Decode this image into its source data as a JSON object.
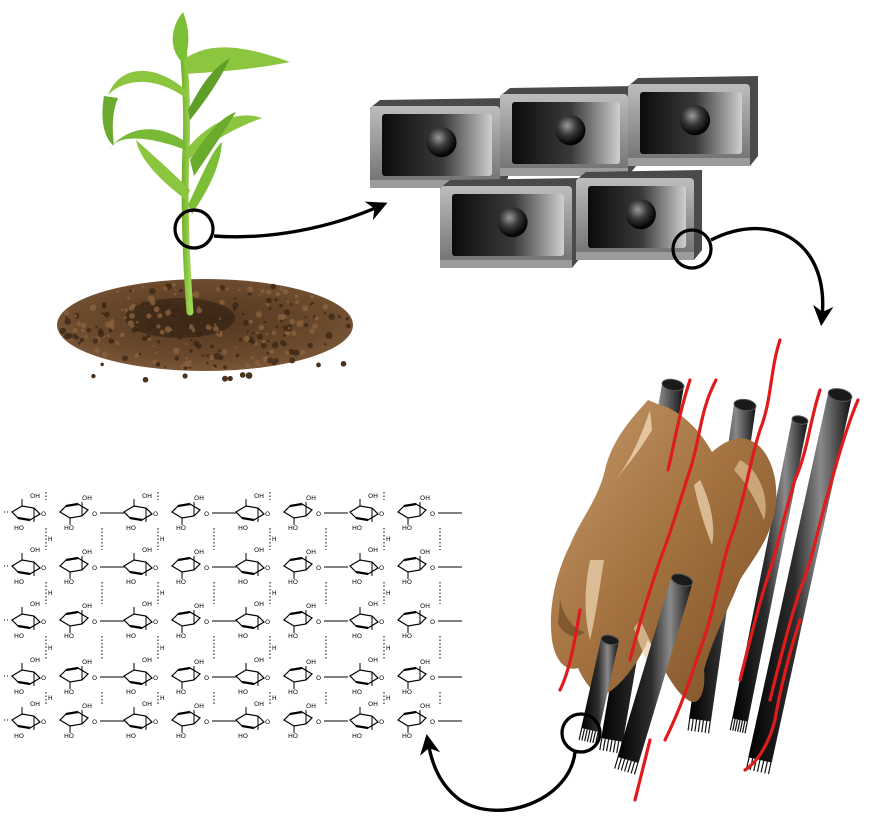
{
  "diagram": {
    "stages": [
      {
        "id": "plant",
        "icon": "seedling-in-soil-icon"
      },
      {
        "id": "cells",
        "icon": "plant-cell-wall-icon"
      },
      {
        "id": "fibrils",
        "icon": "microfibril-bundle-icon"
      },
      {
        "id": "cellulose",
        "icon": "cellulose-chain-structure-icon"
      }
    ],
    "chem": {
      "oh": "OH",
      "ho": "HO",
      "h": "H",
      "o": "O"
    },
    "colors": {
      "leaf": "#8cc63f",
      "soil": "#5a3e24",
      "cell": "#8a8a8a",
      "fibril": "#111111",
      "lignin": "#a8774a",
      "strand": "#e01b1b"
    }
  }
}
